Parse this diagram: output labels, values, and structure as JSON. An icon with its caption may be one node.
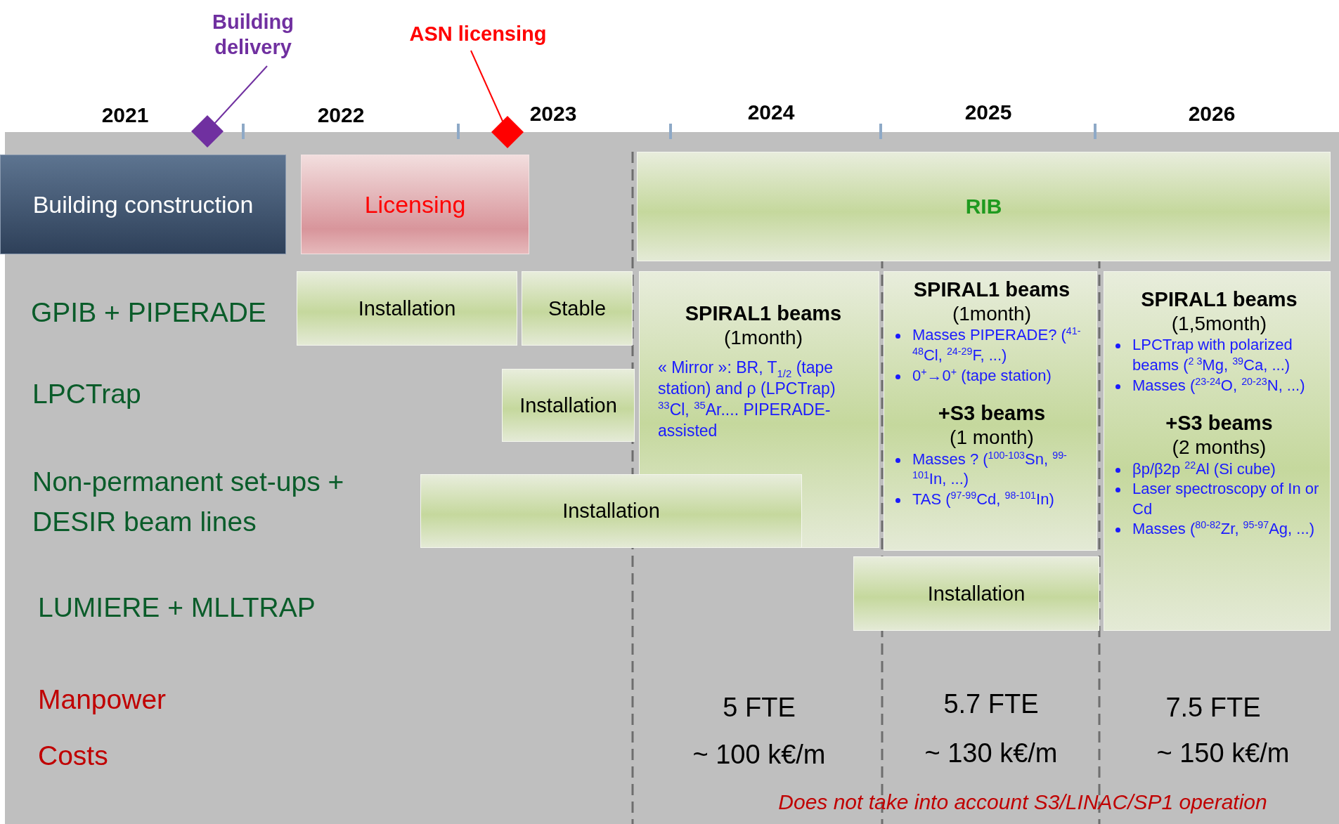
{
  "diagram": {
    "nodes": [
      {
        "text": [
          "Building delivery"
        ]
      },
      {
        "text": [],
        "shape": "diamond"
      },
      {
        "text": [
          "ASN licensing"
        ]
      },
      {
        "text": [],
        "shape": "diamond"
      },
      {
        "text": [
          "Building construction"
        ]
      },
      {
        "text": [
          "Licensing"
        ]
      },
      {
        "text": [
          "RIB"
        ]
      },
      {
        "text": [
          "Installation"
        ]
      },
      {
        "text": [
          "Stable"
        ]
      },
      {
        "text": [
          "Installation"
        ]
      },
      {
        "text": [
          "SPIRAL1 beams",
          "(1month)",
          "« Mirror »: BR, T$_{1/2}$ (tape station) and ρ (LPCTrap) $^{33}$Cl, $^{35}$Ar.... PIPERADE-assisted"
        ]
      },
      {
        "text": [
          "Installation"
        ]
      },
      {
        "text": [
          "SPIRAL1 beams",
          "(1month)",
          "Masses PIPERADE? ($^{41-48}$Cl, $^{24-29}$F, ...)",
          "0$^{+}$→0$^{+}$ (tape station)",
          "+S3 beams",
          "(1 month)",
          "Masses ?  ($^{100-103}$Sn, $^{99-101}$In, ...)",
          "TAS ($^{97-99}$Cd, $^{98-101}$In)"
        ]
      },
      {
        "text": [
          "SPIRAL1 beams",
          "(1,5month)",
          "LPCTrap with polarized beams ($^{2 3}$Mg, $^{39}$Ca, ...)",
          "Masses ($^{23-24}$O, $^{20-23}$N, ...)",
          "+S3 beams",
          "(2 months)",
          "βp/β2p $^{22}$Al (Si cube)",
          "Laser spectroscopy of In or Cd",
          "Masses ($^{80-82}$Zr, $^{95-97}$Ag, ...)"
        ]
      },
      {
        "text": [
          "Installation"
        ]
      }
    ],
    "edges": [
      {
        "from": 0,
        "to": 1,
        "arrow": "none",
        "color": "#7030a0"
      },
      {
        "from": 2,
        "to": 3,
        "arrow": "none",
        "color": "#ff0000"
      }
    ],
    "labels": [
      "2021",
      "2022",
      "2023",
      "2024",
      "2025",
      "2026",
      "GPIB + PIPERADE",
      "LPCTrap",
      "Non-permanent set-ups + DESIR beam lines",
      "LUMIERE + MLLTRAP",
      "Manpower",
      "5 FTE",
      "5.7 FTE",
      "7.5 FTE",
      "Costs",
      "~ 100 k€/m",
      "~ 130 k€/m",
      "~ 150 k€/m",
      "Does not take into account S3/LINAC/SP1 operation"
    ]
  }
}
